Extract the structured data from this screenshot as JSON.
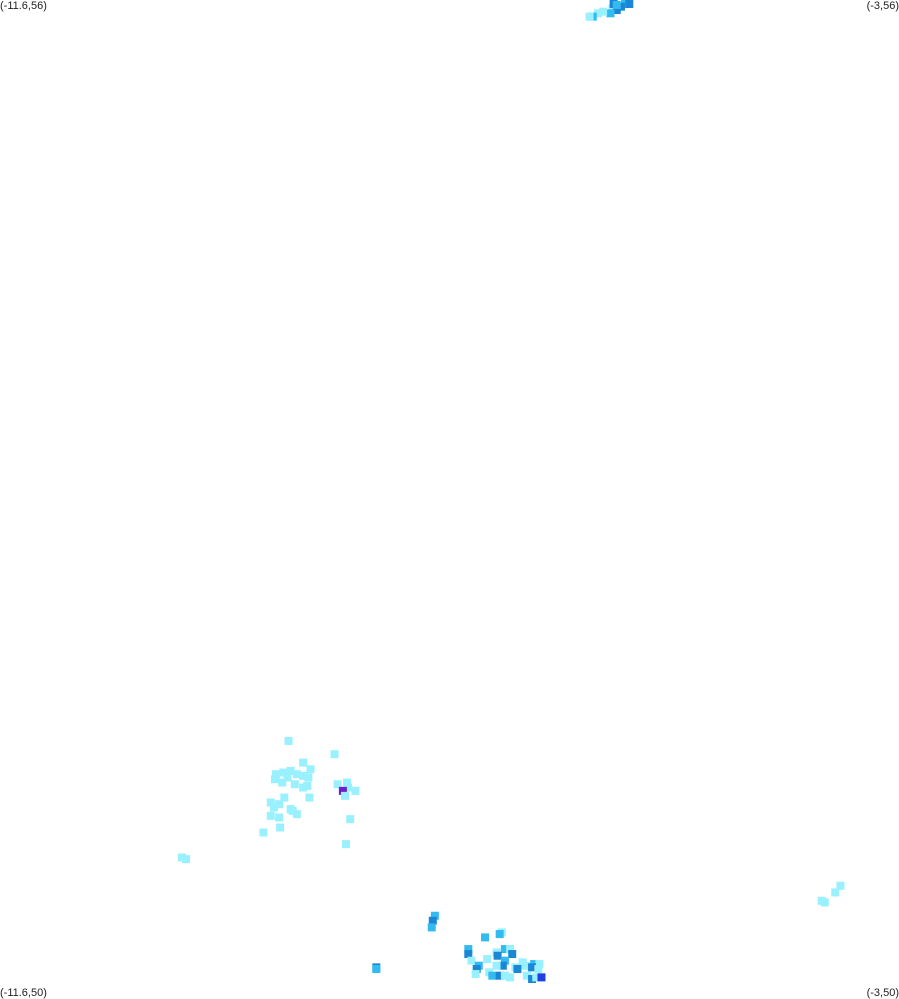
{
  "corners": {
    "top_left": "(-11.6,56)",
    "top_right": "(-3,56)",
    "bottom_left": "(-11.6,50)",
    "bottom_right": "(-3,50)"
  },
  "extent": {
    "lon_min": -11.6,
    "lon_max": -3,
    "lat_min": 50,
    "lat_max": 56
  },
  "palette": {
    "light": "#99f0ff",
    "mid": "#33bbf0",
    "dark": "#1a86d6",
    "blue": "#1f3fe0",
    "violet": "#6a1fd0"
  },
  "cells": [
    [
      -5.62,
      56.0,
      "mid"
    ],
    [
      -5.58,
      55.99,
      "dark"
    ],
    [
      -5.66,
      55.96,
      "dark"
    ],
    [
      -5.74,
      55.95,
      "light"
    ],
    [
      -5.7,
      55.94,
      "dark"
    ],
    [
      -5.76,
      55.92,
      "mid"
    ],
    [
      -5.83,
      55.93,
      "light"
    ],
    [
      -5.88,
      55.92,
      "light"
    ],
    [
      -5.93,
      55.9,
      "mid"
    ],
    [
      -5.96,
      55.9,
      "light"
    ],
    [
      -8.84,
      51.55,
      "light"
    ],
    [
      -8.4,
      51.47,
      "light"
    ],
    [
      -8.7,
      51.42,
      "light"
    ],
    [
      -8.63,
      51.38,
      "light"
    ],
    [
      -8.82,
      51.37,
      "light"
    ],
    [
      -8.89,
      51.36,
      "light"
    ],
    [
      -8.96,
      51.35,
      "light"
    ],
    [
      -8.76,
      51.35,
      "light"
    ],
    [
      -8.7,
      51.34,
      "light"
    ],
    [
      -8.65,
      51.33,
      "light"
    ],
    [
      -8.85,
      51.33,
      "light"
    ],
    [
      -8.97,
      51.32,
      "light"
    ],
    [
      -8.9,
      51.3,
      "light"
    ],
    [
      -8.78,
      51.29,
      "light"
    ],
    [
      -8.7,
      51.27,
      "light"
    ],
    [
      -8.66,
      51.28,
      "light"
    ],
    [
      -8.37,
      51.29,
      "light"
    ],
    [
      -8.27,
      51.27,
      "light"
    ],
    [
      -8.28,
      51.3,
      "light"
    ],
    [
      -8.32,
      51.25,
      "violet"
    ],
    [
      -8.2,
      51.25,
      "light"
    ],
    [
      -8.3,
      51.22,
      "light"
    ],
    [
      -8.64,
      51.21,
      "light"
    ],
    [
      -8.88,
      51.21,
      "light"
    ],
    [
      -9.01,
      51.18,
      "light"
    ],
    [
      -8.93,
      51.17,
      "light"
    ],
    [
      -8.98,
      51.15,
      "light"
    ],
    [
      -8.82,
      51.14,
      "light"
    ],
    [
      -8.8,
      51.13,
      "light"
    ],
    [
      -8.76,
      51.11,
      "light"
    ],
    [
      -9.01,
      51.1,
      "light"
    ],
    [
      -8.93,
      51.09,
      "light"
    ],
    [
      -8.92,
      51.03,
      "light"
    ],
    [
      -9.08,
      51.0,
      "light"
    ],
    [
      -8.29,
      50.93,
      "light"
    ],
    [
      -8.25,
      51.08,
      "light"
    ],
    [
      -9.86,
      50.85,
      "light"
    ],
    [
      -9.82,
      50.84,
      "light"
    ],
    [
      -3.61,
      50.64,
      "light"
    ],
    [
      -3.56,
      50.68,
      "light"
    ],
    [
      -3.71,
      50.58,
      "light"
    ],
    [
      -3.74,
      50.59,
      "light"
    ],
    [
      -7.44,
      50.5,
      "mid"
    ],
    [
      -7.46,
      50.47,
      "dark"
    ],
    [
      -7.47,
      50.43,
      "mid"
    ],
    [
      -6.96,
      50.37,
      "mid"
    ],
    [
      -6.8,
      50.4,
      "light"
    ],
    [
      -6.82,
      50.39,
      "mid"
    ],
    [
      -6.77,
      50.3,
      "mid"
    ],
    [
      -6.72,
      50.3,
      "light"
    ],
    [
      -6.85,
      50.28,
      "light"
    ],
    [
      -6.7,
      50.27,
      "dark"
    ],
    [
      -6.84,
      50.26,
      "dark"
    ],
    [
      -6.94,
      50.24,
      "light"
    ],
    [
      -6.77,
      50.23,
      "mid"
    ],
    [
      -7.12,
      50.3,
      "mid"
    ],
    [
      -7.12,
      50.27,
      "dark"
    ],
    [
      -7.09,
      50.23,
      "light"
    ],
    [
      -6.79,
      50.2,
      "dark"
    ],
    [
      -6.85,
      50.2,
      "light"
    ],
    [
      -6.6,
      50.22,
      "light"
    ],
    [
      -6.57,
      50.2,
      "light"
    ],
    [
      -6.67,
      50.19,
      "light"
    ],
    [
      -6.65,
      50.18,
      "dark"
    ],
    [
      -6.49,
      50.21,
      "mid"
    ],
    [
      -6.44,
      50.21,
      "light"
    ],
    [
      -6.51,
      50.19,
      "dark"
    ],
    [
      -6.45,
      50.18,
      "light"
    ],
    [
      -7.02,
      50.2,
      "mid"
    ],
    [
      -7.04,
      50.18,
      "dark"
    ],
    [
      -7.05,
      50.15,
      "light"
    ],
    [
      -6.92,
      50.16,
      "light"
    ],
    [
      -6.89,
      50.14,
      "mid"
    ],
    [
      -6.82,
      50.14,
      "dark"
    ],
    [
      -6.77,
      50.14,
      "light"
    ],
    [
      -6.72,
      50.13,
      "light"
    ],
    [
      -6.56,
      50.14,
      "light"
    ],
    [
      -6.51,
      50.12,
      "dark"
    ],
    [
      -6.47,
      50.13,
      "light"
    ],
    [
      -6.42,
      50.13,
      "blue"
    ],
    [
      -8.0,
      50.19,
      "dark"
    ],
    [
      -8.0,
      50.18,
      "mid"
    ],
    [
      -5.73,
      55.98,
      "dark"
    ],
    [
      -5.7,
      55.97,
      "mid"
    ]
  ]
}
